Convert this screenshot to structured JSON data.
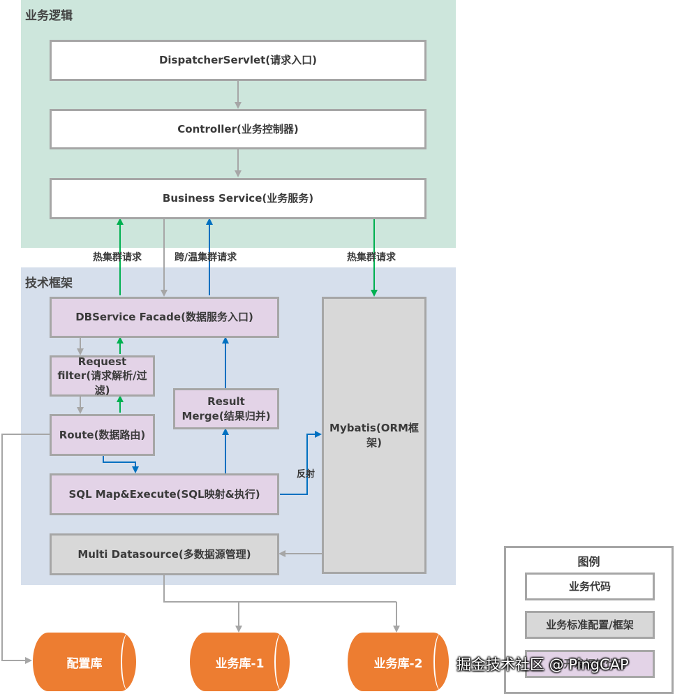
{
  "regions": {
    "business_logic": "业务逻辑",
    "tech_framework": "技术框架"
  },
  "nodes": {
    "dispatcher": "DispatcherServlet(请求入口)",
    "controller": "Controller(业务控制器)",
    "business_service": "Business Service(业务服务)",
    "dbservice_facade": "DBService Facade(数据服务入口)",
    "request_filter": "Request filter(请求解析/过滤)",
    "route": "Route(数据路由)",
    "result_merge": "Result Merge(结果归并)",
    "sql_map_execute": "SQL Map&Execute(SQL映射&执行)",
    "mybatis": "Mybatis(ORM框架)",
    "multi_datasource": "Multi Datasource(多数据源管理)"
  },
  "databases": {
    "config_db": "配置库",
    "biz_db_1": "业务库-1",
    "biz_db_2": "业务库-2"
  },
  "edge_labels": {
    "hot_cluster_left": "热集群请求",
    "cross_warm_cluster": "跨/温集群请求",
    "hot_cluster_right": "热集群请求",
    "reflection": "反射"
  },
  "legend": {
    "title": "图例",
    "items": [
      "业务代码",
      "业务标准配置/框架",
      "需开发框架代码"
    ]
  },
  "colors": {
    "business_region": "#cde6dc",
    "tech_region": "#d6dfec",
    "node_white": "#ffffff",
    "node_purple": "#e3d3e7",
    "node_gray": "#d8d8d8",
    "database": "#ed7d31",
    "arrow_gray": "#a6a6a6",
    "arrow_green": "#00b050",
    "arrow_blue": "#0070c0"
  },
  "watermark": "掘金技术社区 @ PingCAP"
}
